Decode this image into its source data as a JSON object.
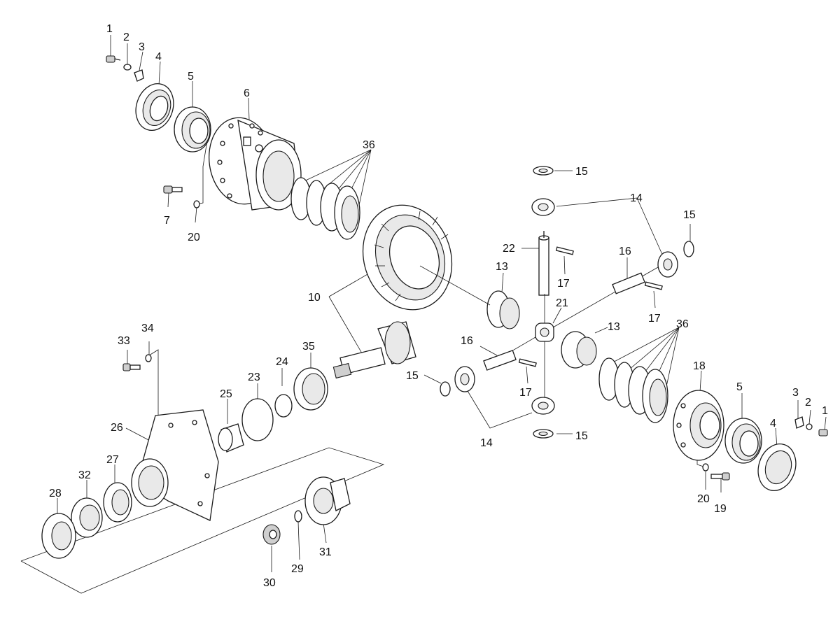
{
  "diagram": {
    "callouts": [
      {
        "id": "c1a",
        "text": "1"
      },
      {
        "id": "c2a",
        "text": "2"
      },
      {
        "id": "c3a",
        "text": "3"
      },
      {
        "id": "c4a",
        "text": "4"
      },
      {
        "id": "c5a",
        "text": "5"
      },
      {
        "id": "c6",
        "text": "6"
      },
      {
        "id": "c7",
        "text": "7"
      },
      {
        "id": "c20a",
        "text": "20"
      },
      {
        "id": "c36a",
        "text": "36"
      },
      {
        "id": "c15a",
        "text": "15"
      },
      {
        "id": "c14a",
        "text": "14"
      },
      {
        "id": "c15b",
        "text": "15"
      },
      {
        "id": "c22",
        "text": "22"
      },
      {
        "id": "c17a",
        "text": "17"
      },
      {
        "id": "c16a",
        "text": "16"
      },
      {
        "id": "c17b",
        "text": "17"
      },
      {
        "id": "c13a",
        "text": "13"
      },
      {
        "id": "c21",
        "text": "21"
      },
      {
        "id": "c13b",
        "text": "13"
      },
      {
        "id": "c10",
        "text": "10"
      },
      {
        "id": "c36b",
        "text": "36"
      },
      {
        "id": "c16b",
        "text": "16"
      },
      {
        "id": "c17c",
        "text": "17"
      },
      {
        "id": "c15c",
        "text": "15"
      },
      {
        "id": "c14b",
        "text": "14"
      },
      {
        "id": "c15d",
        "text": "15"
      },
      {
        "id": "c18",
        "text": "18"
      },
      {
        "id": "c5b",
        "text": "5"
      },
      {
        "id": "c3b",
        "text": "3"
      },
      {
        "id": "c2b",
        "text": "2"
      },
      {
        "id": "c1b",
        "text": "1"
      },
      {
        "id": "c4b",
        "text": "4"
      },
      {
        "id": "c20b",
        "text": "20"
      },
      {
        "id": "c19",
        "text": "19"
      },
      {
        "id": "c33",
        "text": "33"
      },
      {
        "id": "c34",
        "text": "34"
      },
      {
        "id": "c35",
        "text": "35"
      },
      {
        "id": "c24",
        "text": "24"
      },
      {
        "id": "c23",
        "text": "23"
      },
      {
        "id": "c25",
        "text": "25"
      },
      {
        "id": "c26",
        "text": "26"
      },
      {
        "id": "c27",
        "text": "27"
      },
      {
        "id": "c32",
        "text": "32"
      },
      {
        "id": "c28",
        "text": "28"
      },
      {
        "id": "c30",
        "text": "30"
      },
      {
        "id": "c29",
        "text": "29"
      },
      {
        "id": "c31",
        "text": "31"
      }
    ]
  }
}
